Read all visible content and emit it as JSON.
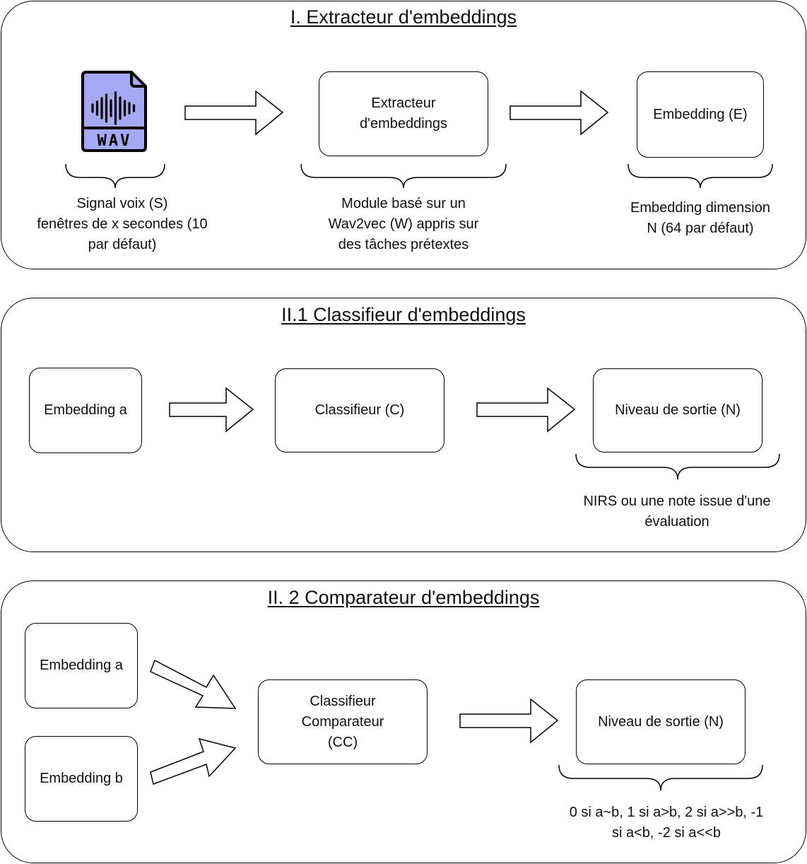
{
  "section1": {
    "title": "I. Extracteur d'embeddings",
    "wav_icon_label": "WAV",
    "signal_caption": "Signal voix (S)\nfenêtres de x secondes (10\npar défaut)",
    "extractor_box": "Extracteur\nd'embeddings",
    "extractor_caption": "Module basé sur un\nWav2vec (W) appris sur\ndes tâches prétextes",
    "embedding_box": "Embedding (E)",
    "embedding_caption": "Embedding dimension\nN (64 par défaut)"
  },
  "section2": {
    "title": "II.1 Classifieur d'embeddings",
    "input_box": "Embedding a",
    "classifier_box": "Classifieur (C)",
    "output_box": "Niveau de sortie (N)",
    "output_caption": "NIRS ou une note issue d'une\névaluation"
  },
  "section3": {
    "title": "II. 2 Comparateur d'embeddings",
    "input_a_box": "Embedding a",
    "input_b_box": "Embedding b",
    "comparator_box": "Classifieur\nComparateur\n(CC)",
    "output_box": "Niveau de sortie (N)",
    "output_caption": "0 si a~b, 1 si a>b, 2 si a>>b, -1\nsi a<b, -2 si a<<b"
  },
  "colors": {
    "wav_icon_fill": "#a5a8f4",
    "stroke": "#000000"
  }
}
